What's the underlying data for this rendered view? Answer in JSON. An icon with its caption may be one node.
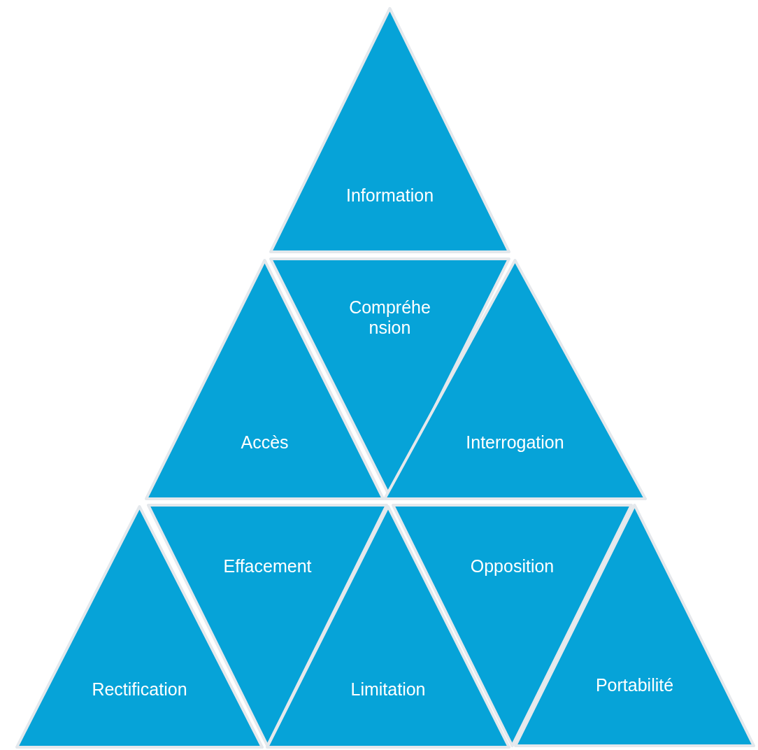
{
  "diagram": {
    "nodes": [
      {
        "text": [
          "Information"
        ]
      },
      {
        "text": [
          "Accès"
        ]
      },
      {
        "text": [
          "Compréhension"
        ]
      },
      {
        "text": [
          "Interrogation"
        ]
      },
      {
        "text": [
          "Rectification"
        ]
      },
      {
        "text": [
          "Effacement"
        ]
      },
      {
        "text": [
          "Limitation"
        ]
      },
      {
        "text": [
          "Opposition"
        ]
      },
      {
        "text": [
          "Portabilité"
        ]
      }
    ]
  }
}
